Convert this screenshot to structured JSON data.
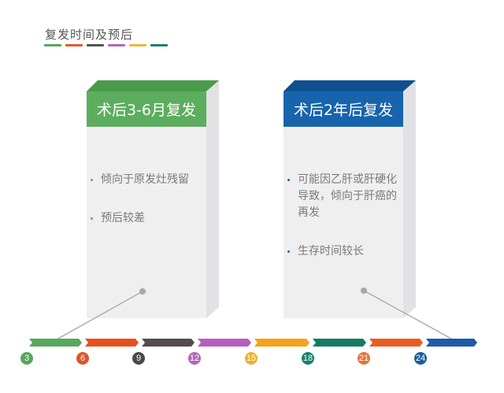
{
  "title": "复发时间及预后",
  "title_bar_colors": [
    "#5aa65e",
    "#e2572e",
    "#555555",
    "#b068b8",
    "#f1b63a",
    "#17806e"
  ],
  "cards": [
    {
      "header": "术后3-6月复发",
      "color": "#5cae5e",
      "color_dark": "#4a9a4c",
      "bullet_color": "#5cae5e",
      "bullets": [
        "倾向于原发灶残留",
        "预后较差"
      ]
    },
    {
      "header": "术后2年后复发",
      "color": "#1764ad",
      "color_dark": "#0f4f8f",
      "bullet_color": "#1764ad",
      "bullets": [
        "可能因乙肝或肝硬化导致，倾向于肝癌的再发",
        "生存时间较长"
      ]
    }
  ],
  "timeline": {
    "segments": [
      {
        "color": "#57a85b"
      },
      {
        "color": "#e8501f"
      },
      {
        "color": "#544c4d"
      },
      {
        "color": "#b45fc0"
      },
      {
        "color": "#f6a21a"
      },
      {
        "color": "#177a64"
      },
      {
        "color": "#ea5c25"
      },
      {
        "color": "#1d5aa8"
      }
    ],
    "labels": [
      {
        "text": "3",
        "color": "#5aa65e"
      },
      {
        "text": "6",
        "color": "#d9572e"
      },
      {
        "text": "9",
        "color": "#4a4a4a"
      },
      {
        "text": "12",
        "color": "#b068b8"
      },
      {
        "text": "15",
        "color": "#ebb22f"
      },
      {
        "text": "18",
        "color": "#17806e"
      },
      {
        "text": "21",
        "color": "#e2773a"
      },
      {
        "text": "24",
        "color": "#1b5e98"
      }
    ]
  }
}
